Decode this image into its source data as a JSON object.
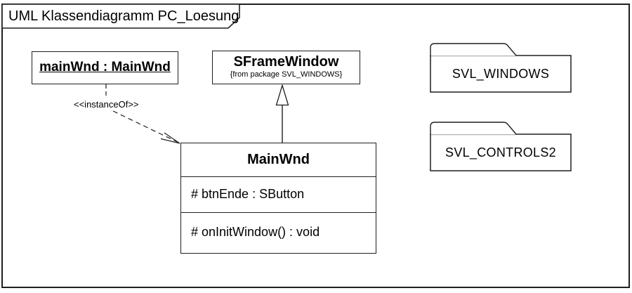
{
  "frame": {
    "title": "UML Klassendiagramm PC_Loesung"
  },
  "nodes": {
    "object_box": {
      "label": "mainWnd : MainWnd"
    },
    "superclass": {
      "name": "SFrameWindow",
      "origin_note": "{from package SVL_WINDOWS}"
    },
    "main_class": {
      "name": "MainWnd",
      "attributes": [
        "# btnEnde : SButton"
      ],
      "operations": [
        "# onInitWindow() : void"
      ]
    },
    "packages": [
      {
        "name": "SVL_WINDOWS"
      },
      {
        "name": "SVL_CONTROLS2"
      }
    ]
  },
  "edges": {
    "instance_of_label": "<<instanceOf>>"
  },
  "colors": {
    "line": "#1f1f1f",
    "background": "#ffffff",
    "package_tab_underline": "#c9c9c9"
  }
}
